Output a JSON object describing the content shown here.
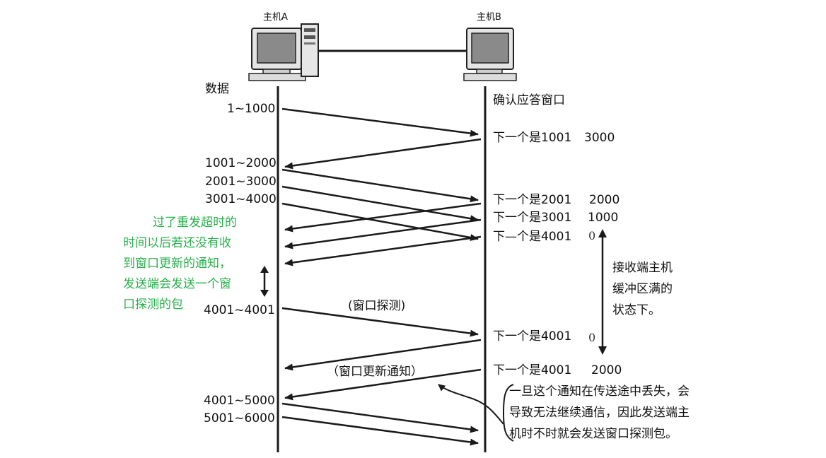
{
  "hosts": {
    "a": "主机A",
    "b": "主机B"
  },
  "column_headers": {
    "data": "数据",
    "ack_window": "确认应答窗口"
  },
  "data_labels": [
    "1~1000",
    "1001~2000",
    "2001~3000",
    "3001~4000",
    "4001~4001",
    "4001~5000",
    "5001~6000"
  ],
  "ack_labels": [
    {
      "text": "下一个是1001",
      "window": "3000"
    },
    {
      "text": "下一个是2001",
      "window": "2000"
    },
    {
      "text": "下一个是3001",
      "window": "1000"
    },
    {
      "text": "下—个是4001",
      "window": "0"
    },
    {
      "text": "下一个是4001",
      "window": "0"
    },
    {
      "text": "下一个是4001",
      "window": "2000"
    }
  ],
  "arrow_labels": {
    "probe": "(窗口探测)",
    "update": "（窗口更新通知）"
  },
  "timeout_note": [
    "过了重发超时的",
    "时间以后若还没有收",
    "到窗口更新的通知，",
    "发送端会发送一个窗",
    "口探测的包"
  ],
  "buffer_note": [
    "接收端主机",
    "缓冲区满的",
    "状态下。"
  ],
  "loss_note": [
    "一旦这个通知在传送途中丢失，会",
    "导致无法继续通信，因此发送端主",
    "机时不时就会发送窗口探测包。"
  ],
  "colors": {
    "note_green": "#26b04a",
    "line": "#1a1a1a"
  }
}
